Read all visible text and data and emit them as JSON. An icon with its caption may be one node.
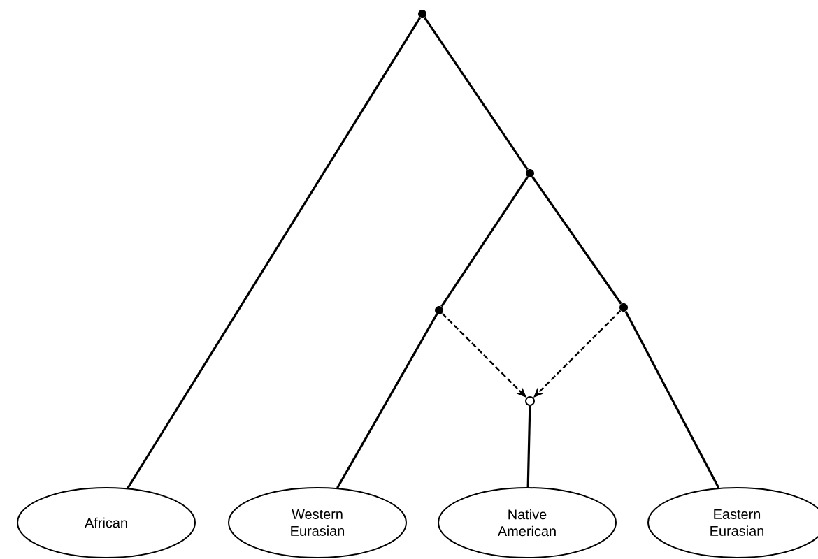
{
  "diagram": {
    "nodes": [
      {
        "text": [],
        "shape": "circle"
      },
      {
        "text": [],
        "shape": "circle"
      },
      {
        "text": [],
        "shape": "circle"
      },
      {
        "text": [],
        "shape": "circle"
      },
      {
        "text": [],
        "shape": "open-circle"
      },
      {
        "text": [
          "African"
        ]
      },
      {
        "text": [
          "Western Eurasian"
        ]
      },
      {
        "text": [
          "Native American"
        ]
      },
      {
        "text": [
          "Eastern Eurasian"
        ]
      }
    ],
    "edges": [
      {
        "from": 0,
        "to": 5,
        "arrow": "none"
      },
      {
        "from": 0,
        "to": 1,
        "arrow": "none"
      },
      {
        "from": 1,
        "to": 2,
        "arrow": "none"
      },
      {
        "from": 1,
        "to": 3,
        "arrow": "none"
      },
      {
        "from": 2,
        "to": 6,
        "arrow": "none"
      },
      {
        "from": 3,
        "to": 8,
        "arrow": "none"
      },
      {
        "from": 2,
        "to": 4,
        "arrow": "to",
        "style": "dashed"
      },
      {
        "from": 3,
        "to": 4,
        "arrow": "to",
        "style": "dashed"
      },
      {
        "from": 4,
        "to": 7,
        "arrow": "none"
      }
    ]
  }
}
